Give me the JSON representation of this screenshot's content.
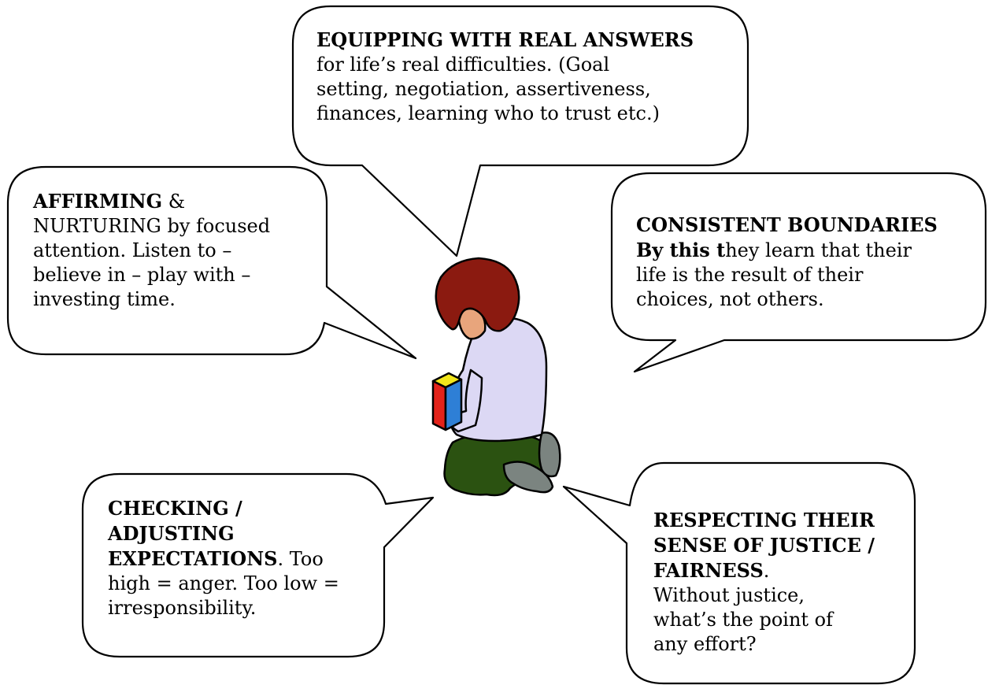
{
  "bubbles": {
    "equipping": {
      "heading": "EQUIPPING WITH REAL ANSWERS",
      "lines": [
        "for life’s real difficulties. (Goal",
        "setting, negotiation, assertiveness,",
        "finances, learning who to trust etc.)"
      ]
    },
    "affirming": {
      "heading": "AFFIRMING",
      "heading_tail": " &",
      "lines": [
        "NURTURING by focused",
        "attention. Listen to –",
        "believe in – play with –",
        "investing time."
      ]
    },
    "boundaries": {
      "heading": "CONSISTENT BOUNDARIES",
      "line1_bold": "By this t",
      "line1_rest": "hey learn that their",
      "lines": [
        "life is the result of their",
        "choices, not others."
      ]
    },
    "checking": {
      "heading_lines": [
        "CHECKING /",
        "ADJUSTING"
      ],
      "line3_bold": "EXPECTATIONS",
      "line3_rest": ". Too",
      "lines": [
        "high = anger. Too low =",
        "irresponsibility."
      ]
    },
    "respecting": {
      "heading_lines": [
        "RESPECTING THEIR",
        "SENSE OF JUSTICE /"
      ],
      "line3_bold": "FAIRNESS",
      "line3_rest": ".",
      "lines": [
        "Without justice,",
        "what’s the point of",
        "any effort?"
      ]
    }
  },
  "figure": {
    "icon": "kneeling-child-with-block",
    "colors": {
      "hair": "#8b1a10",
      "skin": "#e8a57c",
      "shirt": "#dcd8f4",
      "pants": "#2b5211",
      "shoes": "#7b8480",
      "block_top": "#f2e61b",
      "block_left": "#e3231b",
      "block_right": "#2e7fd6"
    }
  }
}
